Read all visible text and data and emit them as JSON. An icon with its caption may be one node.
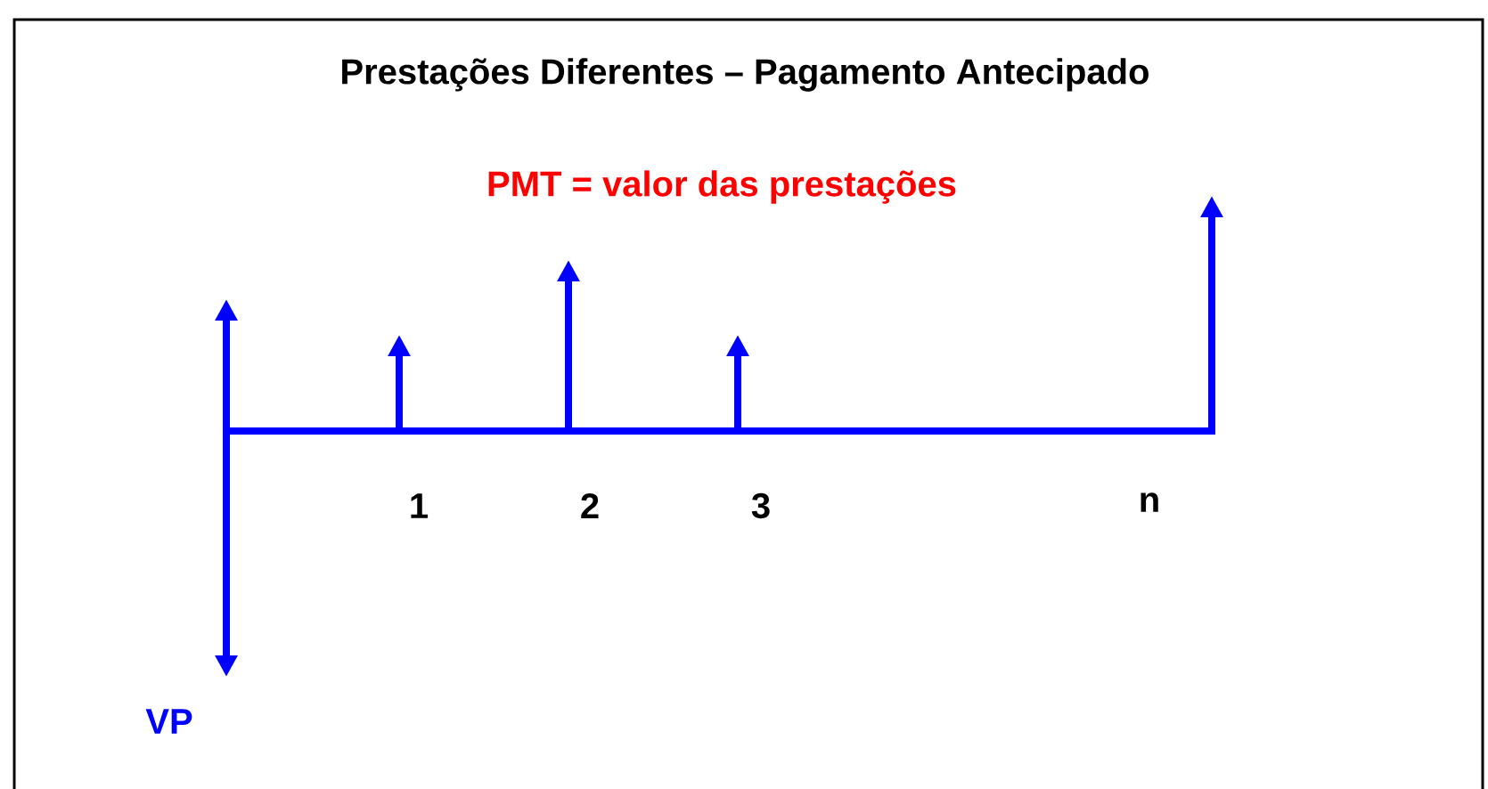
{
  "diagram": {
    "title": "Prestações Diferentes – Pagamento Antecipado",
    "labels": [
      "PMT = valor das prestações",
      "1",
      "2",
      "3",
      "n",
      "VP"
    ]
  }
}
